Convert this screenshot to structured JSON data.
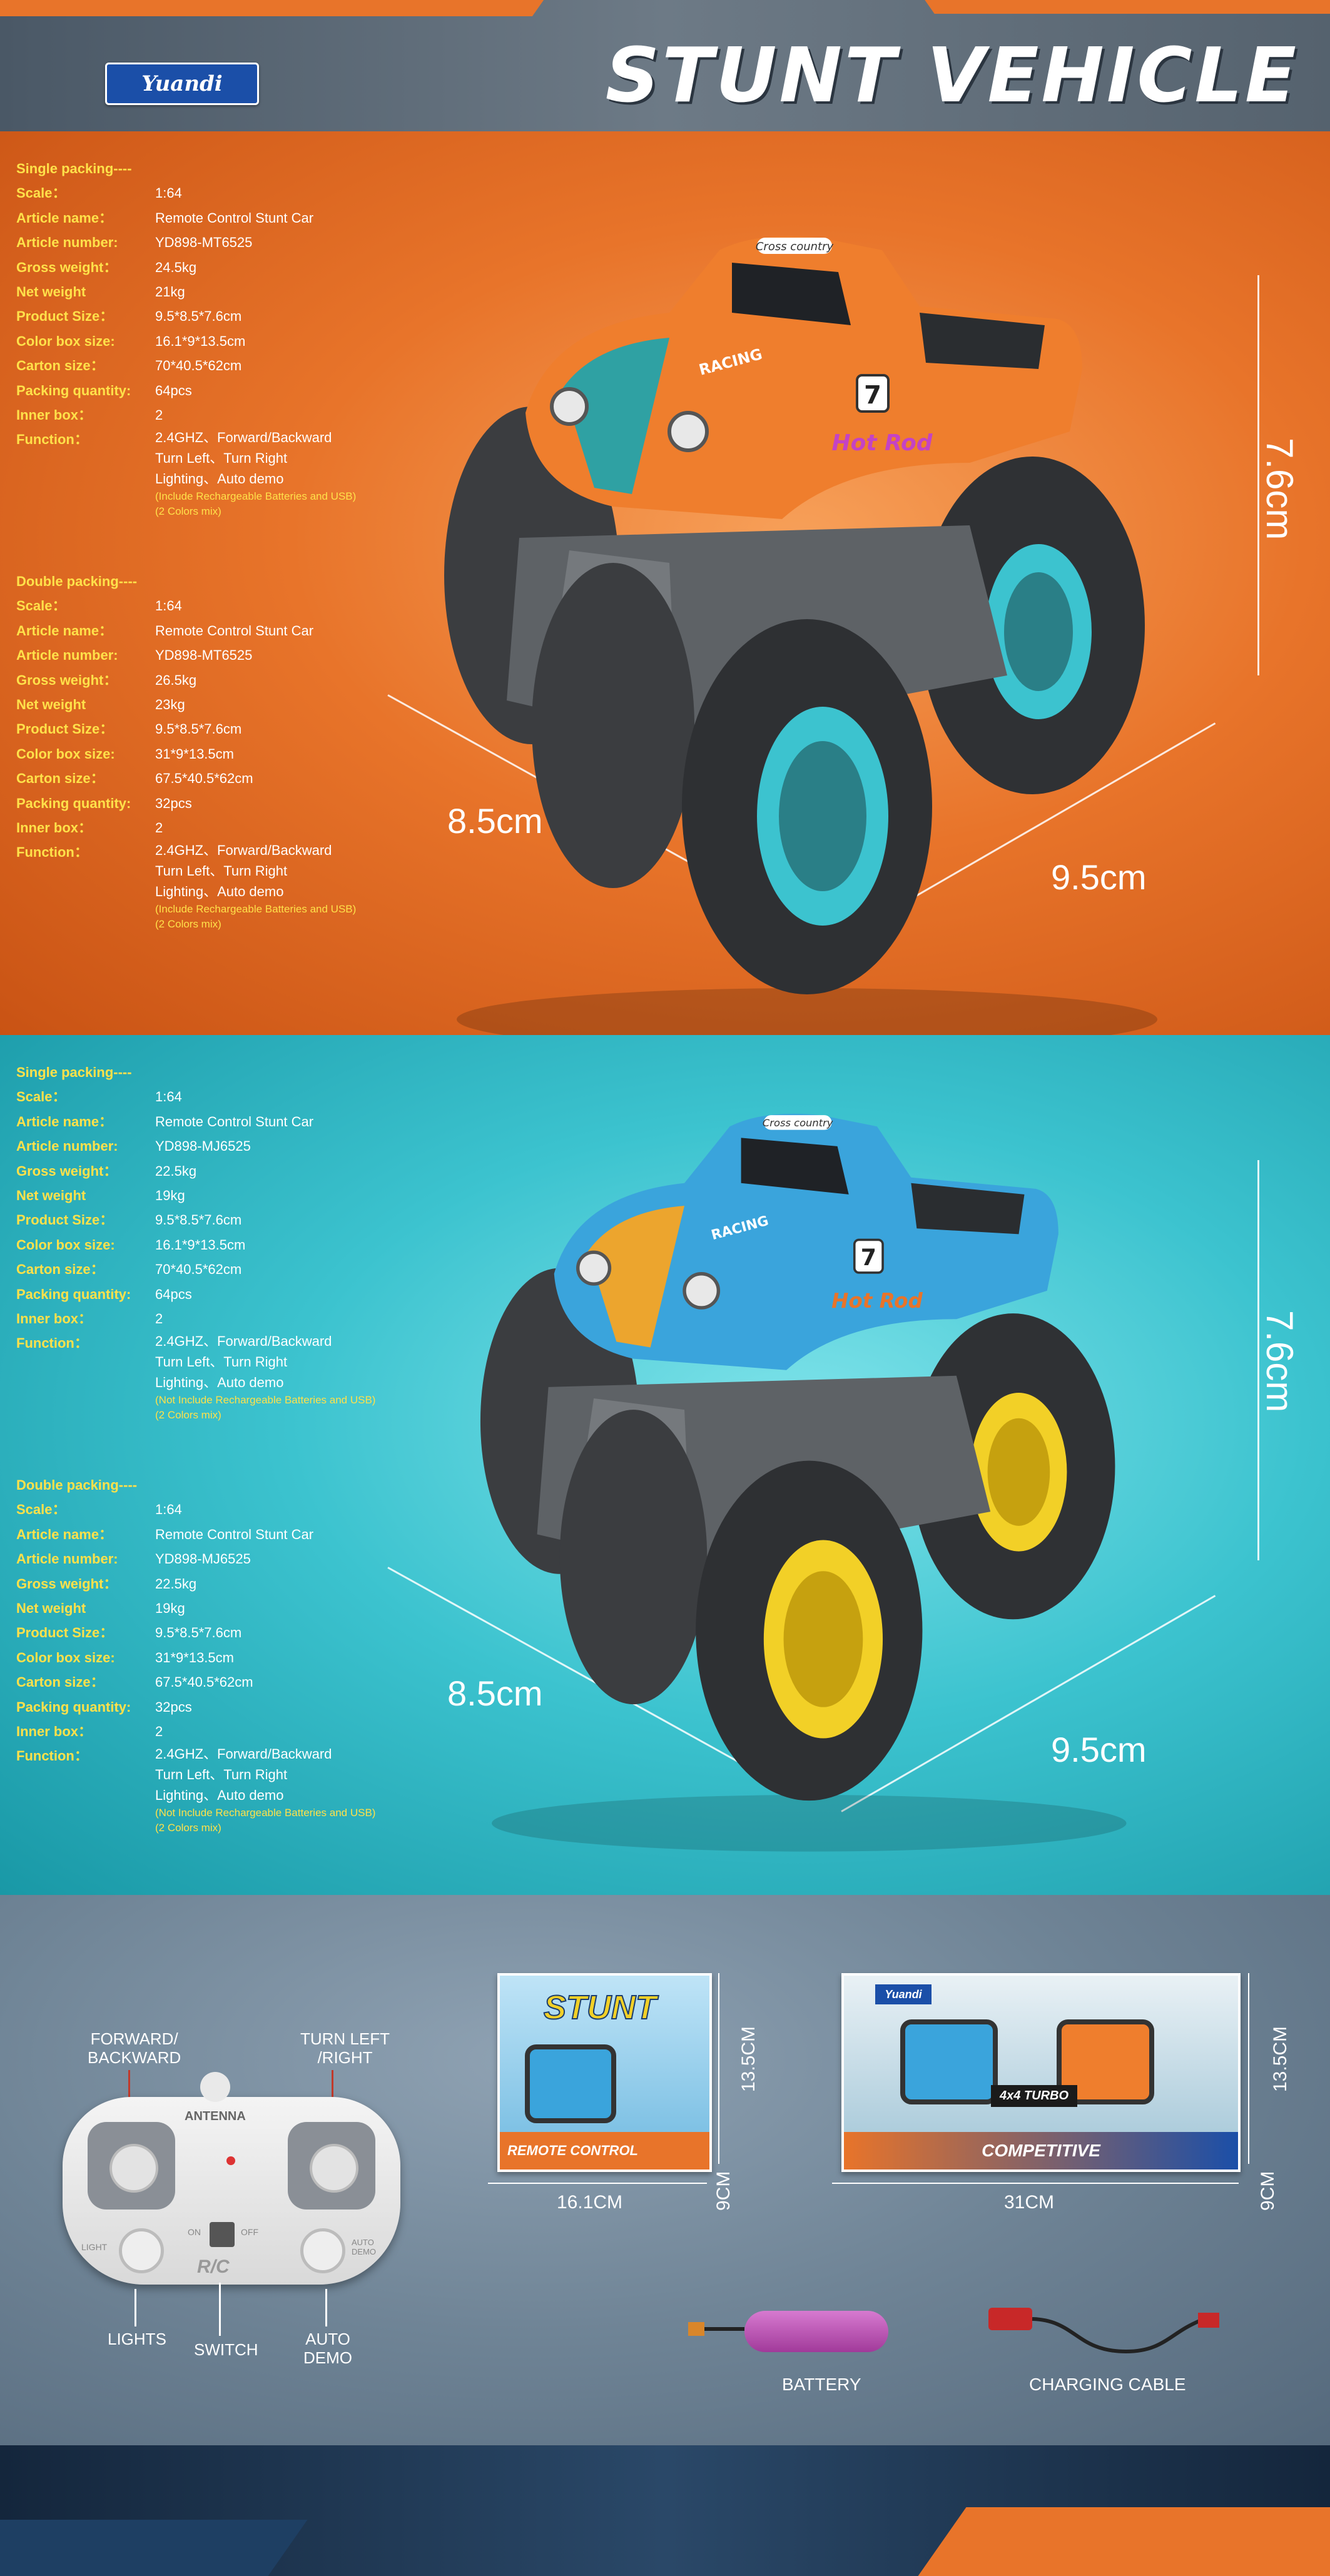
{
  "header": {
    "brand": "Yuandi",
    "title": "STUNT VEHICLE"
  },
  "colors": {
    "orange": "#e8742a",
    "teal": "#3cc3cf",
    "label_yellow": "#ffe14a",
    "slate": "#6f8496"
  },
  "labels": {
    "scale": "Scale：",
    "article_name": "Article name：",
    "article_number": "Article number:",
    "gross_weight": "Gross weight：",
    "net_weight": "Net weight",
    "product_size": "Product Size：",
    "color_box_size": "Color box size:",
    "carton_size": "Carton size：",
    "packing_quantity": "Packing quantity:",
    "inner_box": "Inner box：",
    "function": "Function："
  },
  "orange": {
    "single": {
      "header": "Single packing----",
      "scale": "1:64",
      "article_name": "Remote Control Stunt Car",
      "article_number": "YD898-MT6525",
      "gross_weight": "24.5kg",
      "net_weight": "21kg",
      "product_size": "9.5*8.5*7.6cm",
      "color_box_size": "16.1*9*13.5cm",
      "carton_size": "70*40.5*62cm",
      "packing_quantity": "64pcs",
      "inner_box": "2",
      "function_1": "2.4GHZ、Forward/Backward",
      "function_2": "Turn Left、Turn Right",
      "function_3": "Lighting、Auto demo",
      "note_1": "(Include Rechargeable Batteries and USB)",
      "note_2": "(2 Colors mix)"
    },
    "double": {
      "header": "Double packing----",
      "scale": "1:64",
      "article_name": "Remote Control Stunt Car",
      "article_number": "YD898-MT6525",
      "gross_weight": "26.5kg",
      "net_weight": "23kg",
      "product_size": "9.5*8.5*7.6cm",
      "color_box_size": "31*9*13.5cm",
      "carton_size": "67.5*40.5*62cm",
      "packing_quantity": "32pcs",
      "inner_box": "2",
      "function_1": "2.4GHZ、Forward/Backward",
      "function_2": "Turn Left、Turn Right",
      "function_3": "Lighting、Auto demo",
      "note_1": "(Include Rechargeable Batteries and USB)",
      "note_2": "(2 Colors mix)"
    },
    "dims": {
      "height": "7.6cm",
      "depth": "8.5cm",
      "width": "9.5cm"
    },
    "car_text": {
      "badge": "Cross country",
      "number": "7",
      "hood": "RACING",
      "side": "Hot Rod"
    }
  },
  "blue": {
    "single": {
      "header": "Single packing----",
      "scale": "1:64",
      "article_name": "Remote Control Stunt Car",
      "article_number": "YD898-MJ6525",
      "gross_weight": "22.5kg",
      "net_weight": "19kg",
      "product_size": "9.5*8.5*7.6cm",
      "color_box_size": "16.1*9*13.5cm",
      "carton_size": "70*40.5*62cm",
      "packing_quantity": "64pcs",
      "inner_box": "2",
      "function_1": "2.4GHZ、Forward/Backward",
      "function_2": "Turn Left、Turn Right",
      "function_3": "Lighting、Auto demo",
      "note_1": "(Not Include Rechargeable Batteries and USB)",
      "note_2": "(2 Colors mix)"
    },
    "double": {
      "header": "Double packing----",
      "scale": "1:64",
      "article_name": "Remote Control Stunt Car",
      "article_number": "YD898-MJ6525",
      "gross_weight": "22.5kg",
      "net_weight": "19kg",
      "product_size": "9.5*8.5*7.6cm",
      "color_box_size": "31*9*13.5cm",
      "carton_size": "67.5*40.5*62cm",
      "packing_quantity": "32pcs",
      "inner_box": "2",
      "function_1": "2.4GHZ、Forward/Backward",
      "function_2": "Turn Left、Turn Right",
      "function_3": "Lighting、Auto demo",
      "note_1": "(Not Include Rechargeable Batteries and USB)",
      "note_2": "(2 Colors mix)"
    },
    "dims": {
      "height": "7.6cm",
      "depth": "8.5cm",
      "width": "9.5cm"
    },
    "car_text": {
      "badge": "Cross country",
      "number": "7",
      "hood": "RACING",
      "side": "Hot Rod"
    }
  },
  "accessories": {
    "remote": {
      "forward_backward": "FORWARD/\nBACKWARD",
      "turn": "TURN LEFT\n/RIGHT",
      "antenna": "ANTENNA",
      "on": "ON",
      "off": "OFF",
      "light": "LIGHT",
      "auto_demo_btn": "AUTO\nDEMO",
      "rc": "R/C",
      "lights": "LIGHTS",
      "switch": "SWITCH",
      "auto_demo": "AUTO\nDEMO"
    },
    "box_small": {
      "title": "STUNT",
      "band": "REMOTE CONTROL",
      "width": "16.1CM",
      "height": "13.5CM",
      "depth": "9CM"
    },
    "box_large": {
      "brand": "Yuandi",
      "badge": "4x4 TURBO",
      "band": "COMPETITIVE",
      "width": "31CM",
      "height": "13.5CM",
      "depth": "9CM"
    },
    "battery": "BATTERY",
    "charging_cable": "CHARGING CABLE"
  }
}
